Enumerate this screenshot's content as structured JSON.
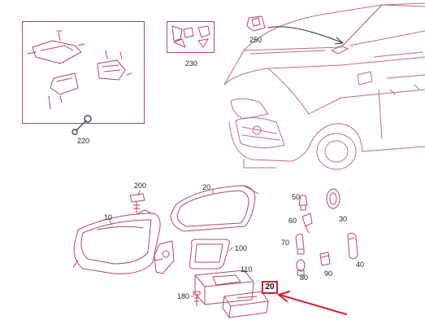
{
  "callouts": {
    "c220": "220",
    "c230": "230",
    "c250": "250",
    "c200": "200",
    "c20_top": "20",
    "c10": "10",
    "c100": "100",
    "c110": "110",
    "c180": "180",
    "c20_highlight": "20",
    "c50": "50",
    "c60": "60",
    "c30": "30",
    "c70": "70",
    "c80": "80",
    "c90": "90",
    "c40": "40"
  },
  "colors": {
    "part_line": "#b5485f",
    "car_line": "#c06a80",
    "highlight": "#d31f2a",
    "arrow": "#d31f2a"
  },
  "icons": {
    "wrench": "wrench-icon"
  }
}
